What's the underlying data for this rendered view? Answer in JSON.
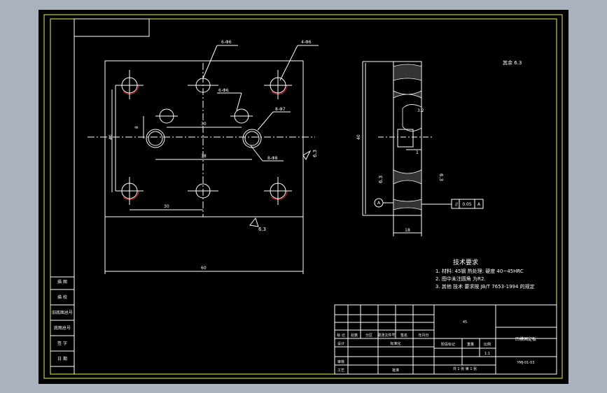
{
  "sheet": {
    "background": "#a9b2bd",
    "canvas_color": "#000000",
    "border_color": "#e8f060",
    "line_color": "#ffffff",
    "hole_arc_color": "#e02020"
  },
  "front_view": {
    "dims": {
      "hole_top_left": "6-Φ6",
      "hole_top_right": "4-Φ6",
      "hole_inner": "6-Φ6",
      "hole_right": "8-Φ7",
      "hole_bottom": "8-Φ8",
      "inner_width": "30",
      "inner_span": "38",
      "height_left": "40",
      "inner_height": "8",
      "bottom_left": "30",
      "overall_width": "60",
      "roughness_right": "6.3",
      "roughness_bottom": "6.3"
    }
  },
  "side_view": {
    "dims": {
      "height": "40",
      "thickness": "18",
      "rough_left": "6.3",
      "rough_right": "6.3",
      "rough_notch": "3.2",
      "step": "1",
      "datum": "A",
      "tolerance_value": "0.05",
      "tolerance_datum": "A"
    },
    "roughness_note": "其余 6.3"
  },
  "tech_requirements": {
    "title": "技术要求",
    "items": [
      "1. 材料: 45钢 热处理: 硬度 40~45HRC",
      "2. 图中未注圆角 为R2.",
      "3. 其他 技术 要求按 JB/T 7653-1994 的规定"
    ]
  },
  "left_strip": {
    "labels": [
      "描 图",
      "描 校",
      "旧底图总号",
      "底图总号",
      "签 字",
      "日 期"
    ]
  },
  "title_block": {
    "headers": [
      "标 记",
      "处数",
      "分区",
      "更改文件号",
      "签名",
      "年月日"
    ],
    "row_labels": [
      "设计",
      "审核",
      "工艺"
    ],
    "std_label": "标准化",
    "approve_label": "批准",
    "stage_headers": [
      "阶段标记",
      "重量",
      "比例"
    ],
    "scale": "1:1",
    "sheet_info": "共 1 张  第 1 张",
    "part_name": "凹模固定板",
    "drawing_no": "YMJ-01-03",
    "material": "45"
  }
}
